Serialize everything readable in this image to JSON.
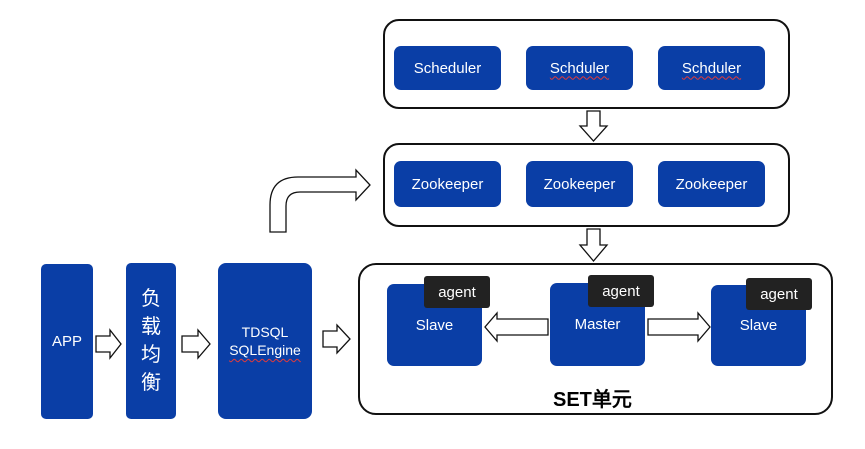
{
  "scheduler_group": {
    "nodes": [
      "Scheduler",
      "Schduler",
      "Schduler"
    ]
  },
  "zookeeper_group": {
    "nodes": [
      "Zookeeper",
      "Zookeeper",
      "Zookeeper"
    ]
  },
  "app": {
    "label": "APP"
  },
  "load_balancer": {
    "chars": [
      "负",
      "载",
      "均",
      "衡"
    ]
  },
  "engine": {
    "line1": "TDSQL",
    "line2": "SQLEngine"
  },
  "set_unit": {
    "caption": "SET单元",
    "slave_left": {
      "label": "Slave",
      "agent": "agent"
    },
    "master": {
      "label": "Master",
      "agent": "agent"
    },
    "slave_right": {
      "label": "Slave",
      "agent": "agent"
    }
  },
  "colors": {
    "node_blue": "#0a3ea6",
    "agent_dark": "#222222",
    "border": "#111111"
  }
}
